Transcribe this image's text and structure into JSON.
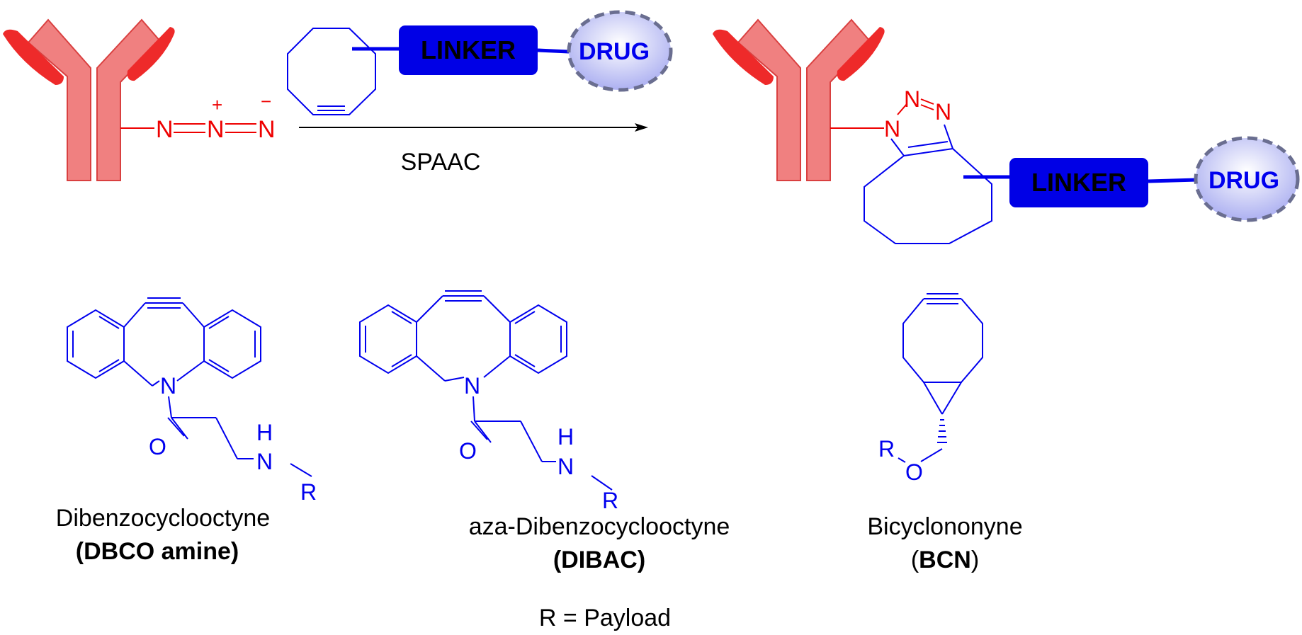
{
  "reaction": {
    "azide_atoms": [
      "N",
      "N",
      "N"
    ],
    "azide_charges": [
      "+",
      "−"
    ],
    "reagent_linker": "LINKER",
    "reagent_drug": "DRUG",
    "arrow_label": "SPAAC",
    "product_linker": "LINKER",
    "product_drug": "DRUG",
    "triazole_atoms": [
      "N",
      "N",
      "N"
    ]
  },
  "structures": {
    "dbco": {
      "atoms": {
        "N": "N",
        "O": "O",
        "NH_H": "H",
        "NH_N": "N",
        "R": "R"
      },
      "name": "Dibenzocyclooctyne",
      "abbr": "(DBCO amine)"
    },
    "dibac": {
      "atoms": {
        "N": "N",
        "O": "O",
        "NH_H": "H",
        "NH_N": "N",
        "R": "R"
      },
      "name": "aza-Dibenzocyclooctyne",
      "abbr": "(DIBAC)"
    },
    "bcn": {
      "atoms": {
        "R": "R",
        "O": "O"
      },
      "name": "Bicyclononyne",
      "abbr_open": "(",
      "abbr_bold": "BCN",
      "abbr_close": ")"
    }
  },
  "footnote": "R = Payload",
  "colors": {
    "antibody_fill": "#f08080",
    "antibody_stroke": "#d94040",
    "antibody_tip": "#ee2a2a",
    "azide": "#ee0000",
    "structure": "#0000ee",
    "linker_fill": "#0000e6",
    "drug_fill": "#b0b4f4",
    "text": "#000000"
  }
}
